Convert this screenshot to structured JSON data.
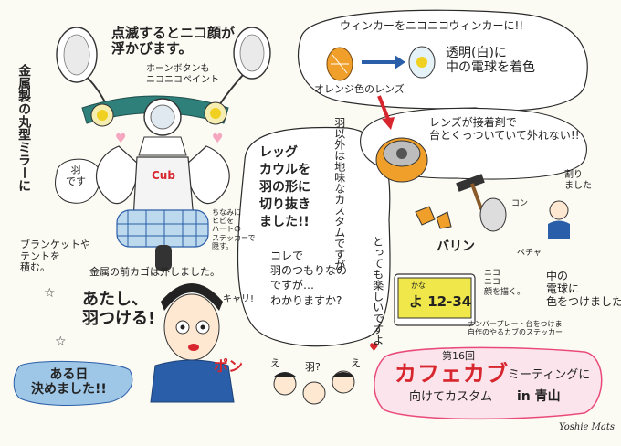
{
  "notes": {
    "blink_face": "点滅するとニコ顔が\n浮かびます。",
    "horn_button": "ホーンボタンも\nニコニコペイント",
    "mirror_metal": "金属製の丸型ミラーに",
    "wing_desu": "羽\nです",
    "chibi_sticker": "ちなみに\nヒビを\nハートの\nステッカーで\n隠す。",
    "blanket": "ブランケットや\nテントを\n積む。",
    "front_basket": "金属の前カゴは外しました。",
    "winker_title": "ウィンカーをニコニコウィンカーに!!",
    "clear_paint": "透明(白)に\n中の電球を着色",
    "orange_lens": "オレンジ色のレンズ",
    "lens_glued": "レンズが接着剤で\n台とくっついていて外れない!!",
    "wari": "割り\nました",
    "bari": "バリン",
    "kana": "かな",
    "kotsu": "コン",
    "legcowl": "レッグ\nカウルを\n羽の形に\n切り抜き\nました!!",
    "legcowl_hane": "羽",
    "kore_de": "コレで\n羽のつもりなの\nですが…\nわかりますか?",
    "jimi_custom": "羽以外は地味なカスタムですが",
    "tanoshii": "とっても楽しいですよ",
    "bulb_color": "中の\n電球に\n色をつけました。",
    "niko_face": "ニコ\nニコ\n顔を描く。",
    "pecha": "ペチャ",
    "plate_text": "よ 12-34",
    "plate_top": "かな",
    "number_plate": "ナンバープレート台をつけま\n自作のやるカブのステッカー",
    "atashi": "あたし、\n羽つける!",
    "kyari": "キャリ!",
    "pon": "ポン",
    "question1": "羽?",
    "question2": "え",
    "question3": "え",
    "aruhi": "ある日\n決めました!!",
    "cub_logo": "Cub",
    "heart": "♥"
  },
  "event": {
    "number": "第16回",
    "name": "カフェカブ",
    "suffix": "ミーティングに",
    "custom": "向けてカスタム",
    "place": "in 青山"
  },
  "signature": "Yoshie Mats",
  "colors": {
    "red": "#d8262e",
    "blue": "#2b5ea8",
    "teal": "#2f7f7a",
    "orange": "#f0a02a",
    "pink": "#f4a7bf",
    "cream": "#fbfaf3",
    "lightblue": "#9ec6e6"
  }
}
